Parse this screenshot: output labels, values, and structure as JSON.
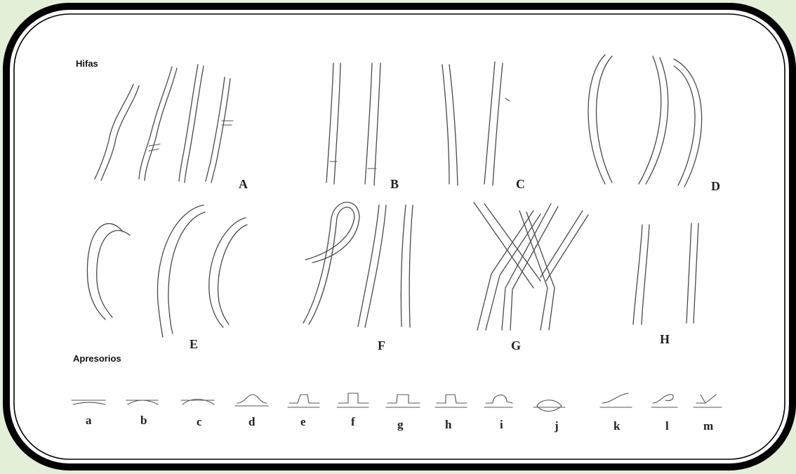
{
  "figure": {
    "section_hyphae": "Hifas",
    "section_appressoria": "Apresorios",
    "hyphae_labels": [
      "A",
      "B",
      "C",
      "D",
      "E",
      "F",
      "G",
      "H"
    ],
    "appressoria_labels": [
      "a",
      "b",
      "c",
      "d",
      "e",
      "f",
      "g",
      "h",
      "i",
      "j",
      "k",
      "l",
      "m"
    ],
    "colors": {
      "background": "#e4efd8",
      "panel": "#ffffff",
      "frame": "#000000",
      "ink": "#4a4a4a"
    }
  }
}
